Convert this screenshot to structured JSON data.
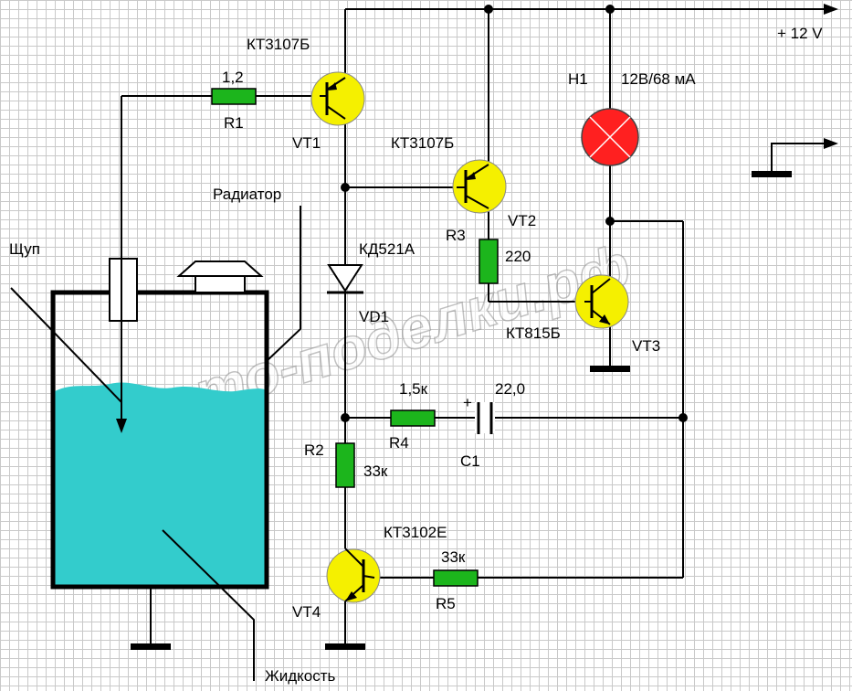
{
  "power": {
    "label": "+ 12 V"
  },
  "watermark": "авто-поделки.рф",
  "labels": {
    "vt1_type": "КТ3107Б",
    "vt1": "VT1",
    "r1_value": "1,2",
    "r1": "R1",
    "vt2_type": "КТ3107Б",
    "vt2": "VT2",
    "h1": "H1",
    "h1_rating": "12В/68 мА",
    "radiator": "Радиатор",
    "probe": "Щуп",
    "vd1_type": "КД521А",
    "vd1": "VD1",
    "r3": "R3",
    "r3_value": "220",
    "vt3_type": "КТ815Б",
    "vt3": "VT3",
    "r4_value": "1,5к",
    "r4": "R4",
    "c1_polarity": "+",
    "c1_value": "22,0",
    "c1": "C1",
    "r2": "R2",
    "r2_value": "33к",
    "vt4_type": "КТ3102Е",
    "vt4": "VT4",
    "r5_value": "33к",
    "r5": "R5",
    "liquid": "Жидкость"
  },
  "colors": {
    "transistor": "#f5f000",
    "resistor": "#1cb51c",
    "lamp": "#ff2020",
    "liquid": "#33cccc",
    "wire": "#000000"
  }
}
